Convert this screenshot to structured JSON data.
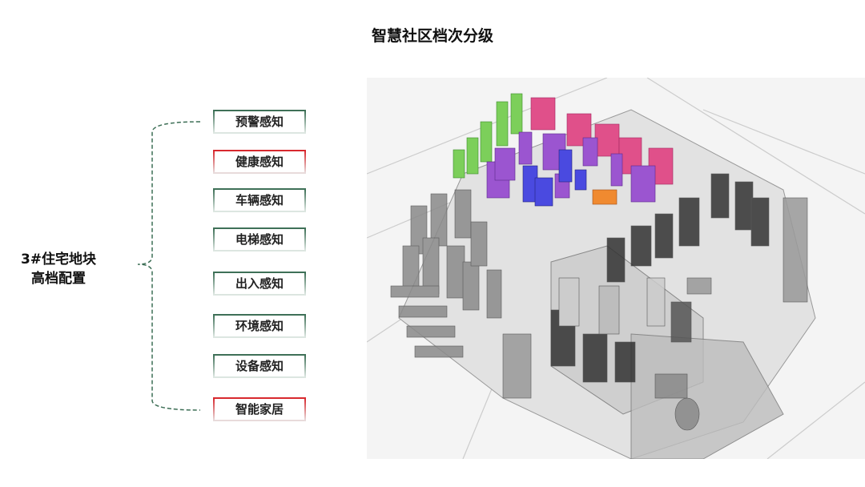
{
  "title": "智慧社区档次分级",
  "left_label": {
    "line1": "3#住宅地块",
    "line2": "高档配置"
  },
  "items": [
    {
      "label": "预警感知",
      "accent": "green"
    },
    {
      "label": "健康感知",
      "accent": "red"
    },
    {
      "label": "车辆感知",
      "accent": "green"
    },
    {
      "label": "电梯感知",
      "accent": "green"
    },
    {
      "label": "出入感知",
      "accent": "green"
    },
    {
      "label": "环境感知",
      "accent": "green"
    },
    {
      "label": "设备感知",
      "accent": "green"
    },
    {
      "label": "智能家居",
      "accent": "red"
    }
  ],
  "colors": {
    "green": "#3c6e55",
    "red": "#d8262c",
    "bldg_green": "#7ccf5a",
    "bldg_pink": "#e0508a",
    "bldg_purple": "#9b55d0",
    "bldg_blue": "#4a4ae0",
    "bldg_orange": "#f08a30"
  }
}
